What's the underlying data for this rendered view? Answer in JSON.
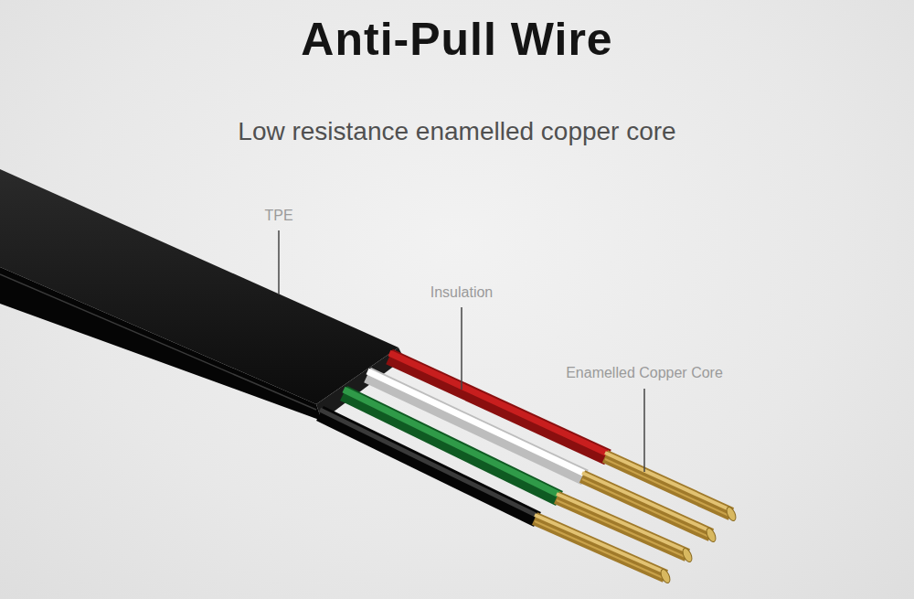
{
  "diagram": {
    "title": "Anti-Pull Wire",
    "labels": [
      "Low resistance enamelled copper core",
      "TPE",
      "Insulation",
      "Enamelled Copper Core"
    ]
  }
}
